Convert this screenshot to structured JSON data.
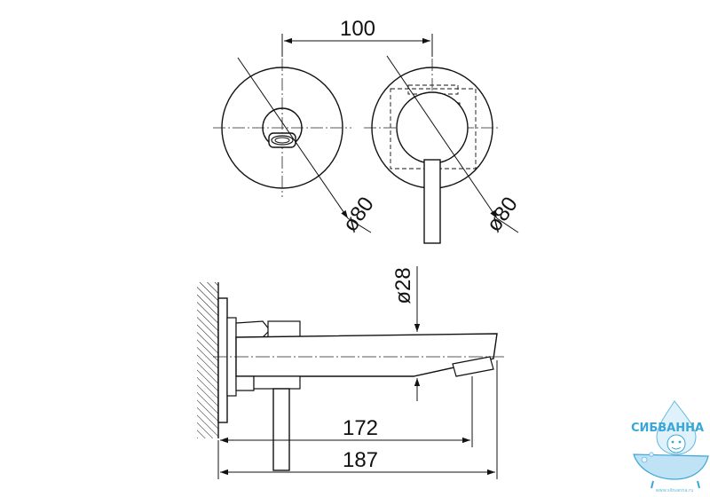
{
  "dimensions": {
    "top_spacing": "100",
    "left_diameter": "ø80",
    "right_diameter": "ø80",
    "spout_diameter": "ø28",
    "spout_length_inner": "172",
    "spout_length_total": "187"
  },
  "logo": {
    "brand": "СИБВАННА",
    "url": "www.sibvanna.ru"
  },
  "colors": {
    "line": "#111111",
    "centerline": "#222222",
    "logo_blue": "#3aa6d8"
  }
}
